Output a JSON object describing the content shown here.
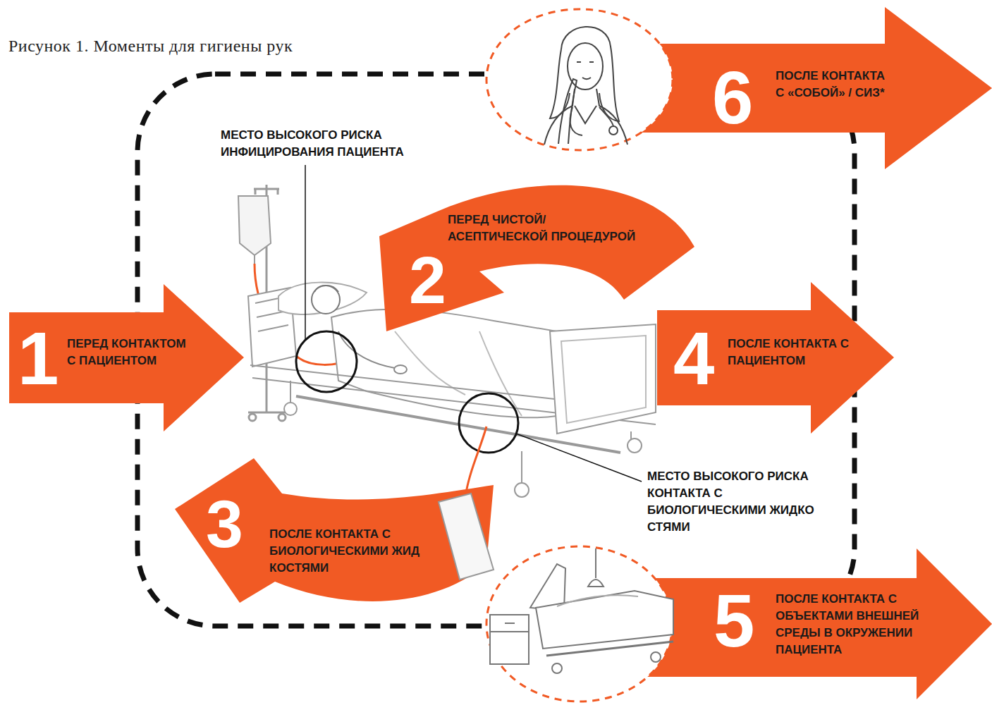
{
  "diagram": {
    "title": "Рисунок 1. Моменты для гигиены рук",
    "nodes": [
      {
        "text": [
          "1",
          "ПЕРЕД КОНТАКТОМ С ПАЦИЕНТОМ"
        ]
      },
      {
        "text": [
          "2",
          "ПЕРЕД ЧИСТОЙ/ АСЕПТИЧЕСКОЙ ПРОЦЕДУРОЙ"
        ]
      },
      {
        "text": [
          "3",
          "ПОСЛЕ КОНТАКТА С БИОЛОГИЧЕСКИМИ ЖИД КОСТЯМИ"
        ]
      },
      {
        "text": [
          "4",
          "ПОСЛЕ КОНТАКТА С ПАЦИЕНТОМ"
        ]
      },
      {
        "text": [
          "5",
          "ПОСЛЕ КОНТАКТА С ОБЪЕКТАМИ ВНЕШНЕЙ СРЕДЫ В ОКРУЖЕНИИ ПАЦИЕНТА"
        ]
      },
      {
        "text": [
          "6",
          "ПОСЛЕ КОНТАКТА С «СОБОЙ» / СИЗ*"
        ]
      }
    ],
    "labels": [
      "МЕСТО ВЫСОКОГО РИСКА ИНФИЦИРОВАНИЯ ПАЦИЕНТА",
      "МЕСТО ВЫСОКОГО РИСКА КОНТАКТА С БИОЛОГИЧЕСКИМИ ЖИДКО СТЯМИ"
    ]
  }
}
